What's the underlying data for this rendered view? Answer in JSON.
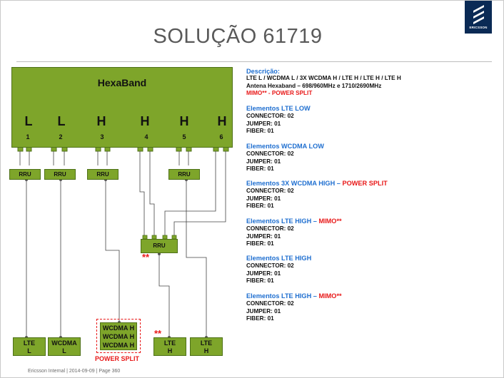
{
  "logo": {
    "text": "ERICSSON"
  },
  "title": "SOLUÇÃO 61719",
  "diagram": {
    "hexaband_label": "HexaBand",
    "bands": [
      "L",
      "L",
      "H",
      "H",
      "H",
      "H"
    ],
    "ports": [
      "1",
      "2",
      "3",
      "4",
      "5",
      "6"
    ],
    "rru_label": "RRU",
    "endpoints": {
      "lte_l_line1": "LTE",
      "lte_l_line2": "L",
      "wcdma_l_line1": "WCDMA",
      "wcdma_l_line2": "L",
      "wcdma_h": [
        "WCDMA H",
        "WCDMA H",
        "WCDMA H"
      ],
      "lte_h1_line1": "LTE",
      "lte_h1_line2": "H",
      "lte_h2_line1": "LTE",
      "lte_h2_line2": "H"
    },
    "power_split_label": "POWER SPLIT",
    "mimo_marker": "**"
  },
  "description": {
    "heading": "Descrição:",
    "line1": "LTE L / WCDMA L / 3X WCDMA H / LTE H / LTE H / LTE H",
    "line2": "Antena Hexaband – 698/960MHz  e  1710/2690MHz",
    "line3": "MIMO** - POWER SPLIT"
  },
  "elements": [
    {
      "title": "Elementos LTE LOW",
      "suffix": "",
      "connector": "CONNECTOR: 02",
      "jumper": "JUMPER: 01",
      "fiber": "FIBER: 01"
    },
    {
      "title": "Elementos WCDMA LOW",
      "suffix": "",
      "connector": "CONNECTOR: 02",
      "jumper": "JUMPER: 01",
      "fiber": "FIBER: 01"
    },
    {
      "title": "Elementos 3X WCDMA HIGH",
      "suffix": "POWER SPLIT",
      "connector": "CONNECTOR: 02",
      "jumper": "JUMPER: 01",
      "fiber": "FIBER: 01"
    },
    {
      "title": "Elementos LTE HIGH",
      "suffix": "MIMO**",
      "connector": "CONNECTOR: 02",
      "jumper": "JUMPER: 01",
      "fiber": "FIBER: 01"
    },
    {
      "title": "Elementos LTE HIGH",
      "suffix": "",
      "connector": "CONNECTOR: 02",
      "jumper": "JUMPER: 01",
      "fiber": "FIBER: 01"
    },
    {
      "title": "Elementos LTE HIGH",
      "suffix": "MIMO**",
      "connector": "CONNECTOR: 02",
      "jumper": "JUMPER: 01",
      "fiber": "FIBER: 01"
    }
  ],
  "footer": "Ericsson Internal  |  2014-09-09  |  Page 360"
}
